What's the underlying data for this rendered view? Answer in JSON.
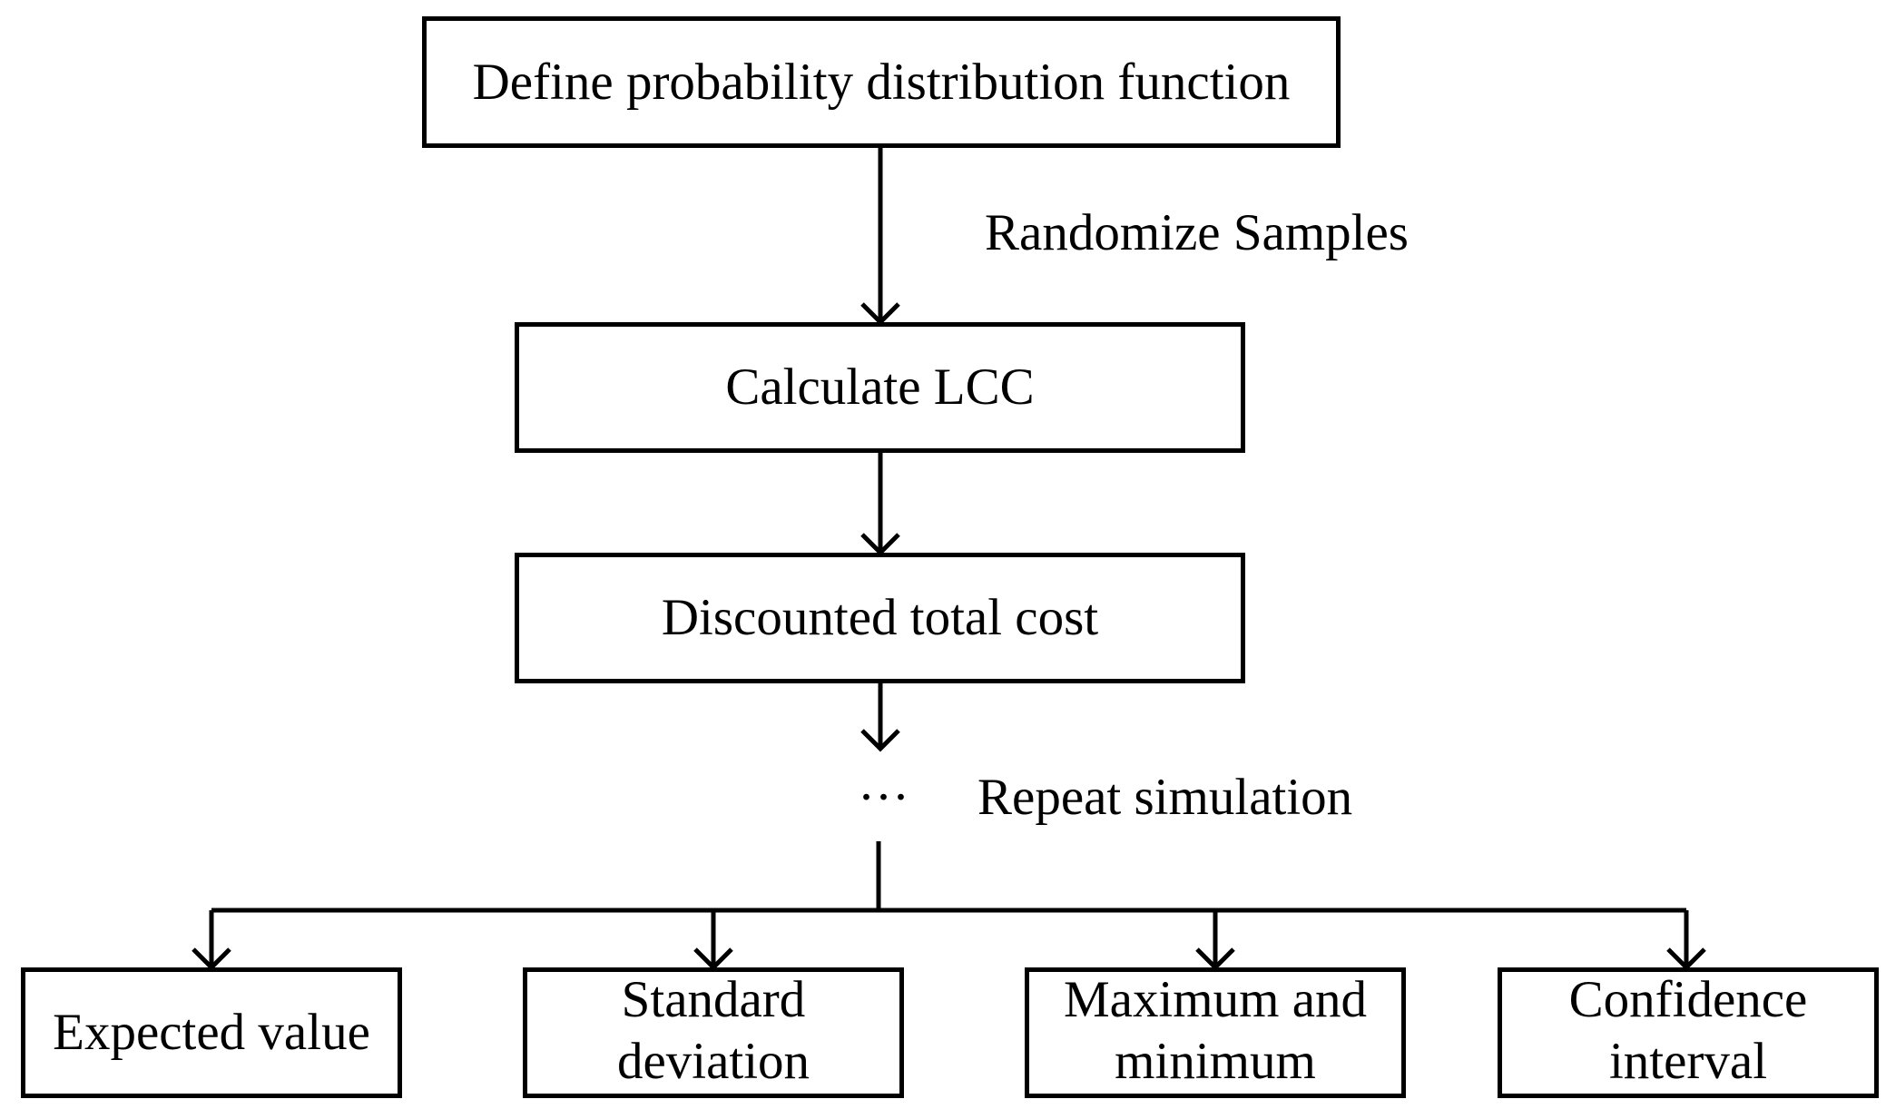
{
  "diagram": {
    "steps": {
      "define": "Define probability distribution function",
      "calculate": "Calculate LCC",
      "discounted": "Discounted total cost"
    },
    "annotations": {
      "randomize": "Randomize Samples",
      "ellipsis": "···",
      "repeat": "Repeat simulation"
    },
    "outputs": {
      "expected": "Expected value",
      "standard_line1": "Standard",
      "standard_line2": "deviation",
      "maxmin_line1": "Maximum and",
      "maxmin_line2": "minimum",
      "confidence_line1": "Confidence",
      "confidence_line2": "interval"
    }
  },
  "colors": {
    "line": "#000000",
    "background": "#ffffff"
  }
}
